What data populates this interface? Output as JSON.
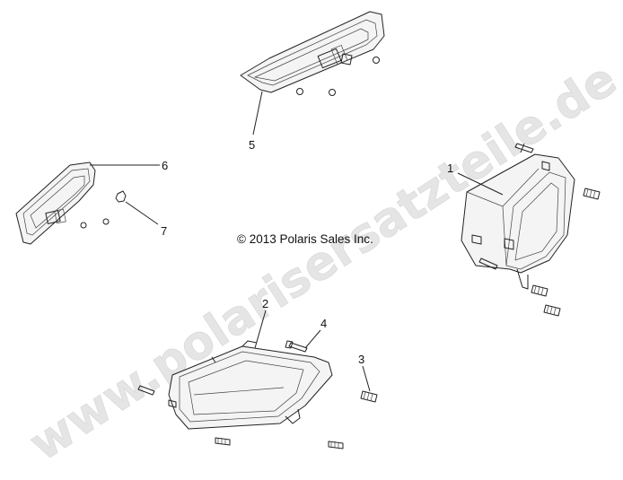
{
  "watermark": "www.polarisersatzteile.de",
  "copyright": "© 2013 Polaris Sales Inc.",
  "callouts": {
    "c1": "1",
    "c2": "2",
    "c3": "3",
    "c4": "4",
    "c5": "5",
    "c6": "6",
    "c7": "7"
  },
  "colors": {
    "line": "#222222",
    "watermark": "#cfcfcf",
    "background": "#ffffff"
  }
}
